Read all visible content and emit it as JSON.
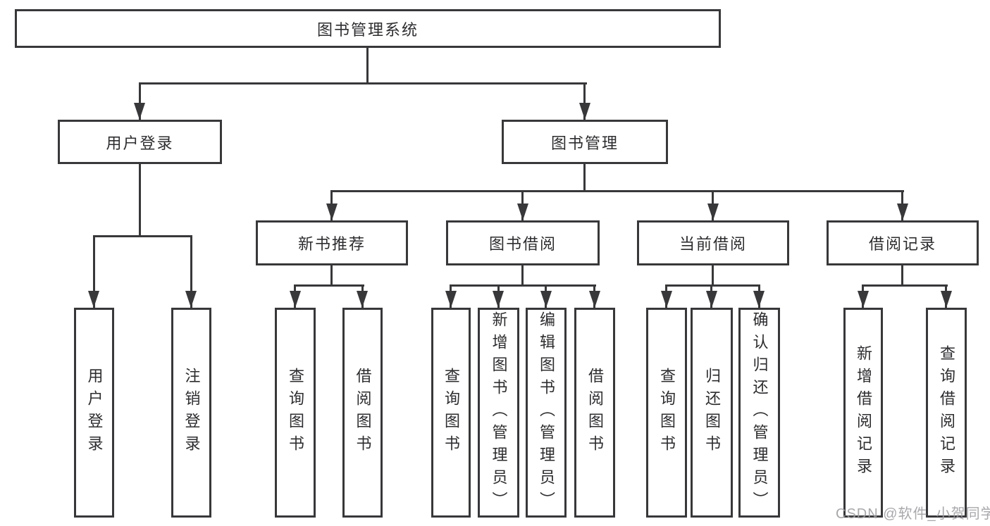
{
  "colors": {
    "line": "#38383b",
    "border": "#38383b",
    "text": "#2d2d30",
    "watermark": "#9e9ea3",
    "background": "#ffffff"
  },
  "watermark": {
    "text": "CSDN @软件_小贺同学"
  },
  "tree": {
    "root": "图书管理系统",
    "children": [
      {
        "label": "用户登录",
        "children": [
          "用户登录",
          "注销登录"
        ]
      },
      {
        "label": "图书管理",
        "children": [
          {
            "label": "新书推荐",
            "children": [
              "查询图书",
              "借阅图书"
            ]
          },
          {
            "label": "图书借阅",
            "children": [
              "查询图书",
              "新增图书（管理员）",
              "编辑图书（管理员）",
              "借阅图书"
            ]
          },
          {
            "label": "当前借阅",
            "children": [
              "查询图书",
              "归还图书",
              "确认归还（管理员）"
            ]
          },
          {
            "label": "借阅记录",
            "children": [
              "新增借阅记录",
              "查询借阅记录"
            ]
          }
        ]
      }
    ]
  }
}
